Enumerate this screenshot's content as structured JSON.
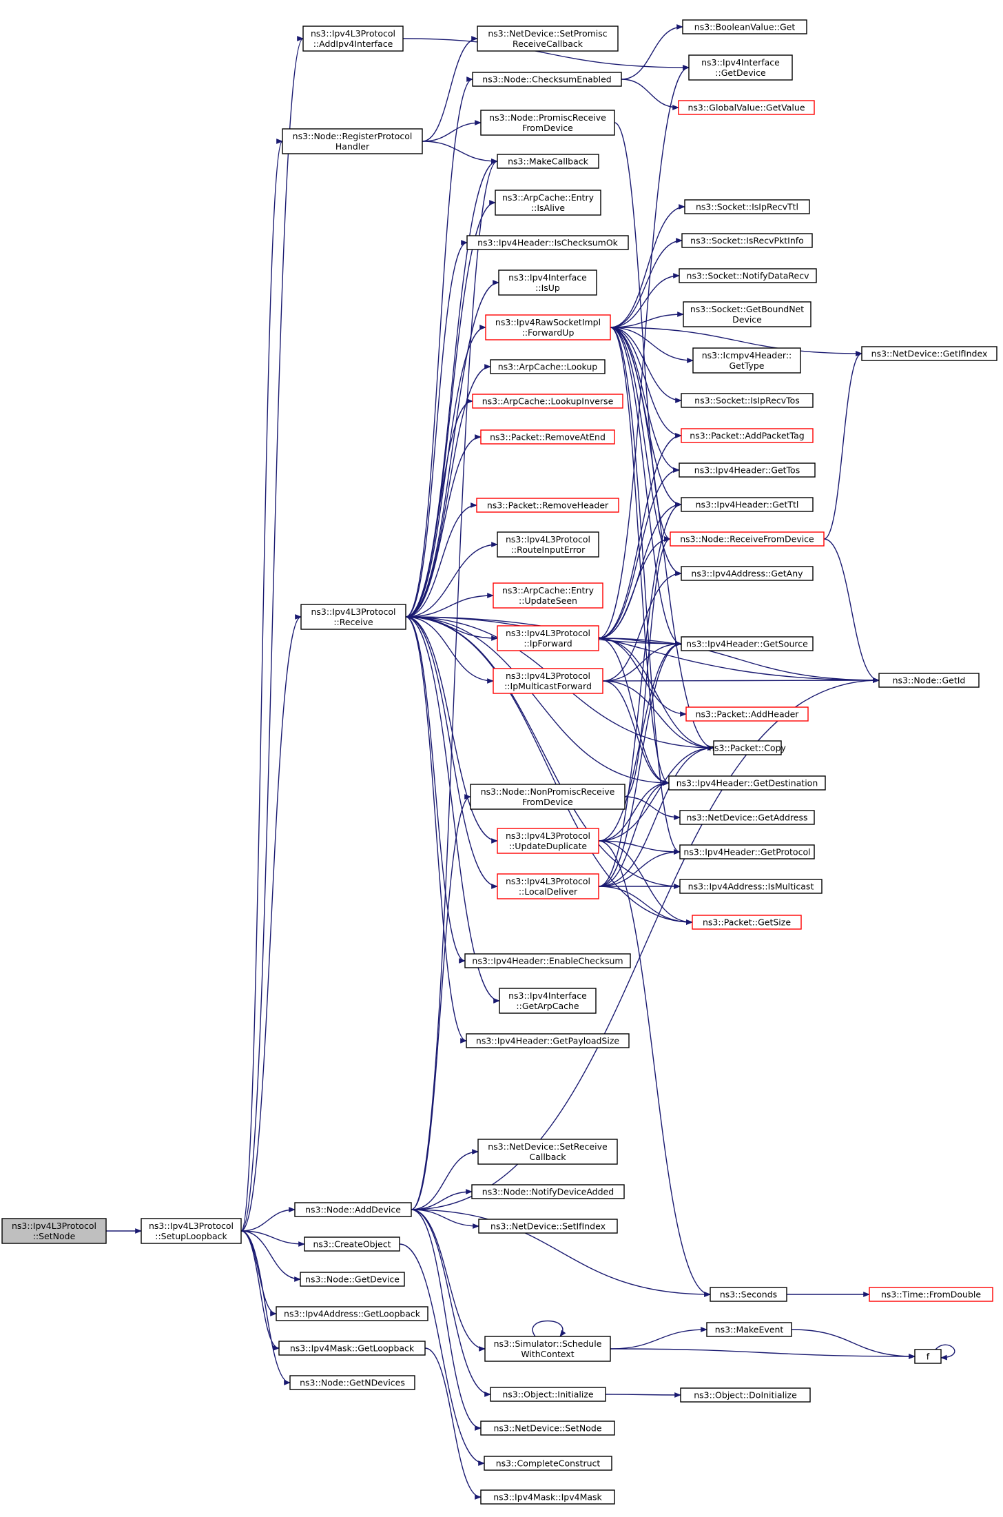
{
  "graph_title": "",
  "colors": {
    "edge": "#191970",
    "node_border": "#000000",
    "incomplete_border": "#ff0000",
    "root_fill": "#bfbfbf",
    "node_fill": "#ffffff"
  },
  "nodes": [
    {
      "id": "n0",
      "lines": [
        "ns3::Ipv4L3Protocol",
        "::SetNode"
      ],
      "root": true
    },
    {
      "id": "n1",
      "lines": [
        "ns3::Ipv4L3Protocol",
        "::SetupLoopback"
      ]
    },
    {
      "id": "n2",
      "lines": [
        "ns3::Ipv4L3Protocol",
        "::AddIpv4Interface"
      ]
    },
    {
      "id": "n3",
      "lines": [
        "ns3::Node::RegisterProtocol",
        "Handler"
      ]
    },
    {
      "id": "n4",
      "lines": [
        "ns3::Ipv4L3Protocol",
        "::Receive"
      ]
    },
    {
      "id": "n5",
      "lines": [
        "ns3::Node::AddDevice"
      ]
    },
    {
      "id": "n6",
      "lines": [
        "ns3::CreateObject"
      ]
    },
    {
      "id": "n7",
      "lines": [
        "ns3::Node::GetDevice"
      ]
    },
    {
      "id": "n8",
      "lines": [
        "ns3::Ipv4Address::GetLoopback"
      ]
    },
    {
      "id": "n9",
      "lines": [
        "ns3::Ipv4Mask::GetLoopback"
      ]
    },
    {
      "id": "n10",
      "lines": [
        "ns3::Node::GetNDevices"
      ]
    },
    {
      "id": "n11",
      "lines": [
        "ns3::NetDevice::SetPromisc",
        "ReceiveCallback"
      ]
    },
    {
      "id": "n12",
      "lines": [
        "ns3::Node::ChecksumEnabled"
      ]
    },
    {
      "id": "n13",
      "lines": [
        "ns3::Node::PromiscReceive",
        "FromDevice"
      ]
    },
    {
      "id": "n14",
      "lines": [
        "ns3::MakeCallback"
      ]
    },
    {
      "id": "n15",
      "lines": [
        "ns3::ArpCache::Entry",
        "::IsAlive"
      ]
    },
    {
      "id": "n16",
      "lines": [
        "ns3::Ipv4Header::IsChecksumOk"
      ]
    },
    {
      "id": "n17",
      "lines": [
        "ns3::Ipv4Interface",
        "::IsUp"
      ]
    },
    {
      "id": "n18",
      "lines": [
        "ns3::Ipv4RawSocketImpl",
        "::ForwardUp"
      ],
      "incomplete": true
    },
    {
      "id": "n19",
      "lines": [
        "ns3::ArpCache::Lookup"
      ]
    },
    {
      "id": "n20",
      "lines": [
        "ns3::ArpCache::LookupInverse"
      ],
      "incomplete": true
    },
    {
      "id": "n21",
      "lines": [
        "ns3::Packet::RemoveAtEnd"
      ],
      "incomplete": true
    },
    {
      "id": "n22",
      "lines": [
        "ns3::Packet::RemoveHeader"
      ],
      "incomplete": true
    },
    {
      "id": "n23",
      "lines": [
        "ns3::Ipv4L3Protocol",
        "::RouteInputError"
      ]
    },
    {
      "id": "n24",
      "lines": [
        "ns3::ArpCache::Entry",
        "::UpdateSeen"
      ],
      "incomplete": true
    },
    {
      "id": "n25",
      "lines": [
        "ns3::Ipv4L3Protocol",
        "::IpForward"
      ],
      "incomplete": true
    },
    {
      "id": "n26",
      "lines": [
        "ns3::Ipv4L3Protocol",
        "::IpMulticastForward"
      ],
      "incomplete": true
    },
    {
      "id": "n27",
      "lines": [
        "ns3::Node::NonPromiscReceive",
        "FromDevice"
      ]
    },
    {
      "id": "n28",
      "lines": [
        "ns3::Ipv4L3Protocol",
        "::UpdateDuplicate"
      ],
      "incomplete": true
    },
    {
      "id": "n29",
      "lines": [
        "ns3::Ipv4L3Protocol",
        "::LocalDeliver"
      ],
      "incomplete": true
    },
    {
      "id": "n30",
      "lines": [
        "ns3::Ipv4Header::EnableChecksum"
      ]
    },
    {
      "id": "n31",
      "lines": [
        "ns3::Ipv4Interface",
        "::GetArpCache"
      ]
    },
    {
      "id": "n32",
      "lines": [
        "ns3::Ipv4Header::GetPayloadSize"
      ]
    },
    {
      "id": "n33",
      "lines": [
        "ns3::NetDevice::SetReceive",
        "Callback"
      ]
    },
    {
      "id": "n34",
      "lines": [
        "ns3::Node::NotifyDeviceAdded"
      ]
    },
    {
      "id": "n35",
      "lines": [
        "ns3::NetDevice::SetIfIndex"
      ]
    },
    {
      "id": "n36",
      "lines": [
        "ns3::Simulator::Schedule",
        "WithContext"
      ]
    },
    {
      "id": "n37",
      "lines": [
        "ns3::Object::Initialize"
      ]
    },
    {
      "id": "n38",
      "lines": [
        "ns3::NetDevice::SetNode"
      ]
    },
    {
      "id": "n39",
      "lines": [
        "ns3::CompleteConstruct"
      ]
    },
    {
      "id": "n40",
      "lines": [
        "ns3::Ipv4Mask::Ipv4Mask"
      ]
    },
    {
      "id": "n41",
      "lines": [
        "ns3::BooleanValue::Get"
      ]
    },
    {
      "id": "n42",
      "lines": [
        "ns3::Ipv4Interface",
        "::GetDevice"
      ]
    },
    {
      "id": "n43",
      "lines": [
        "ns3::GlobalValue::GetValue"
      ],
      "incomplete": true
    },
    {
      "id": "n44",
      "lines": [
        "ns3::Socket::IsIpRecvTtl"
      ]
    },
    {
      "id": "n45",
      "lines": [
        "ns3::Socket::IsRecvPktInfo"
      ]
    },
    {
      "id": "n46",
      "lines": [
        "ns3::Socket::NotifyDataRecv"
      ]
    },
    {
      "id": "n47",
      "lines": [
        "ns3::Socket::GetBoundNet",
        "Device"
      ]
    },
    {
      "id": "n48",
      "lines": [
        "ns3::Icmpv4Header::",
        "GetType"
      ]
    },
    {
      "id": "n49",
      "lines": [
        "ns3::Socket::IsIpRecvTos"
      ]
    },
    {
      "id": "n50",
      "lines": [
        "ns3::Packet::AddPacketTag"
      ],
      "incomplete": true
    },
    {
      "id": "n51",
      "lines": [
        "ns3::Ipv4Header::GetTos"
      ]
    },
    {
      "id": "n52",
      "lines": [
        "ns3::Ipv4Header::GetTtl"
      ]
    },
    {
      "id": "n53",
      "lines": [
        "ns3::Node::ReceiveFromDevice"
      ],
      "incomplete": true
    },
    {
      "id": "n54",
      "lines": [
        "ns3::Ipv4Address::GetAny"
      ]
    },
    {
      "id": "n55",
      "lines": [
        "ns3::Ipv4Header::GetSource"
      ]
    },
    {
      "id": "n56",
      "lines": [
        "ns3::Packet::AddHeader"
      ],
      "incomplete": true
    },
    {
      "id": "n57",
      "lines": [
        "ns3::Packet::Copy"
      ]
    },
    {
      "id": "n58",
      "lines": [
        "ns3::Ipv4Header::GetDestination"
      ]
    },
    {
      "id": "n59",
      "lines": [
        "ns3::NetDevice::GetAddress"
      ]
    },
    {
      "id": "n60",
      "lines": [
        "ns3::Ipv4Header::GetProtocol"
      ]
    },
    {
      "id": "n61",
      "lines": [
        "ns3::Ipv4Address::IsMulticast"
      ]
    },
    {
      "id": "n62",
      "lines": [
        "ns3::Packet::GetSize"
      ],
      "incomplete": true
    },
    {
      "id": "n63",
      "lines": [
        "ns3::NetDevice::GetIfIndex"
      ]
    },
    {
      "id": "n64",
      "lines": [
        "ns3::Node::GetId"
      ]
    },
    {
      "id": "n65",
      "lines": [
        "ns3::Seconds"
      ]
    },
    {
      "id": "n66",
      "lines": [
        "ns3::Time::FromDouble"
      ],
      "incomplete": true
    },
    {
      "id": "n67",
      "lines": [
        "ns3::MakeEvent"
      ]
    },
    {
      "id": "n68",
      "lines": [
        "f"
      ]
    },
    {
      "id": "n69",
      "lines": [
        "ns3::Object::DoInitialize"
      ]
    }
  ],
  "edges": [
    [
      "n0",
      "n1"
    ],
    [
      "n1",
      "n2"
    ],
    [
      "n1",
      "n3"
    ],
    [
      "n1",
      "n4"
    ],
    [
      "n1",
      "n5"
    ],
    [
      "n1",
      "n6"
    ],
    [
      "n1",
      "n7"
    ],
    [
      "n1",
      "n8"
    ],
    [
      "n1",
      "n9"
    ],
    [
      "n1",
      "n10"
    ],
    [
      "n2",
      "n42"
    ],
    [
      "n3",
      "n11"
    ],
    [
      "n3",
      "n13"
    ],
    [
      "n3",
      "n14"
    ],
    [
      "n4",
      "n12"
    ],
    [
      "n4",
      "n14"
    ],
    [
      "n4",
      "n15"
    ],
    [
      "n4",
      "n16"
    ],
    [
      "n4",
      "n17"
    ],
    [
      "n4",
      "n18"
    ],
    [
      "n4",
      "n19"
    ],
    [
      "n4",
      "n20"
    ],
    [
      "n4",
      "n21"
    ],
    [
      "n4",
      "n22"
    ],
    [
      "n4",
      "n23"
    ],
    [
      "n4",
      "n24"
    ],
    [
      "n4",
      "n25"
    ],
    [
      "n4",
      "n26"
    ],
    [
      "n4",
      "n28"
    ],
    [
      "n4",
      "n29"
    ],
    [
      "n4",
      "n30"
    ],
    [
      "n4",
      "n31"
    ],
    [
      "n4",
      "n32"
    ],
    [
      "n4",
      "n57"
    ],
    [
      "n4",
      "n58"
    ],
    [
      "n4",
      "n61"
    ],
    [
      "n4",
      "n62"
    ],
    [
      "n4",
      "n64"
    ],
    [
      "n4",
      "n55"
    ],
    [
      "n5",
      "n14"
    ],
    [
      "n5",
      "n27"
    ],
    [
      "n5",
      "n33"
    ],
    [
      "n5",
      "n34"
    ],
    [
      "n5",
      "n35"
    ],
    [
      "n5",
      "n36"
    ],
    [
      "n5",
      "n37"
    ],
    [
      "n5",
      "n38"
    ],
    [
      "n5",
      "n64"
    ],
    [
      "n5",
      "n65"
    ],
    [
      "n6",
      "n39"
    ],
    [
      "n9",
      "n40"
    ],
    [
      "n12",
      "n41"
    ],
    [
      "n12",
      "n43"
    ],
    [
      "n13",
      "n53"
    ],
    [
      "n18",
      "n44"
    ],
    [
      "n18",
      "n45"
    ],
    [
      "n18",
      "n46"
    ],
    [
      "n18",
      "n47"
    ],
    [
      "n18",
      "n48"
    ],
    [
      "n18",
      "n49"
    ],
    [
      "n18",
      "n50"
    ],
    [
      "n18",
      "n51"
    ],
    [
      "n18",
      "n52"
    ],
    [
      "n18",
      "n54"
    ],
    [
      "n18",
      "n55"
    ],
    [
      "n18",
      "n57"
    ],
    [
      "n18",
      "n58"
    ],
    [
      "n18",
      "n60"
    ],
    [
      "n18",
      "n63"
    ],
    [
      "n25",
      "n42"
    ],
    [
      "n25",
      "n50"
    ],
    [
      "n25",
      "n51"
    ],
    [
      "n25",
      "n52"
    ],
    [
      "n25",
      "n53"
    ],
    [
      "n25",
      "n55"
    ],
    [
      "n25",
      "n56"
    ],
    [
      "n25",
      "n57"
    ],
    [
      "n25",
      "n58"
    ],
    [
      "n25",
      "n64"
    ],
    [
      "n26",
      "n54"
    ],
    [
      "n26",
      "n55"
    ],
    [
      "n26",
      "n57"
    ],
    [
      "n26",
      "n58"
    ],
    [
      "n26",
      "n64"
    ],
    [
      "n27",
      "n53"
    ],
    [
      "n27",
      "n59"
    ],
    [
      "n28",
      "n55"
    ],
    [
      "n28",
      "n57"
    ],
    [
      "n28",
      "n58"
    ],
    [
      "n28",
      "n60"
    ],
    [
      "n28",
      "n62"
    ],
    [
      "n28",
      "n65"
    ],
    [
      "n29",
      "n52"
    ],
    [
      "n29",
      "n55"
    ],
    [
      "n29",
      "n57"
    ],
    [
      "n29",
      "n58"
    ],
    [
      "n29",
      "n60"
    ],
    [
      "n29",
      "n61"
    ],
    [
      "n29",
      "n62"
    ],
    [
      "n53",
      "n63"
    ],
    [
      "n53",
      "n64"
    ],
    [
      "n36",
      "n36"
    ],
    [
      "n36",
      "n67"
    ],
    [
      "n36",
      "n68"
    ],
    [
      "n37",
      "n69"
    ],
    [
      "n65",
      "n66"
    ],
    [
      "n67",
      "n68"
    ],
    [
      "n68",
      "n68"
    ]
  ]
}
